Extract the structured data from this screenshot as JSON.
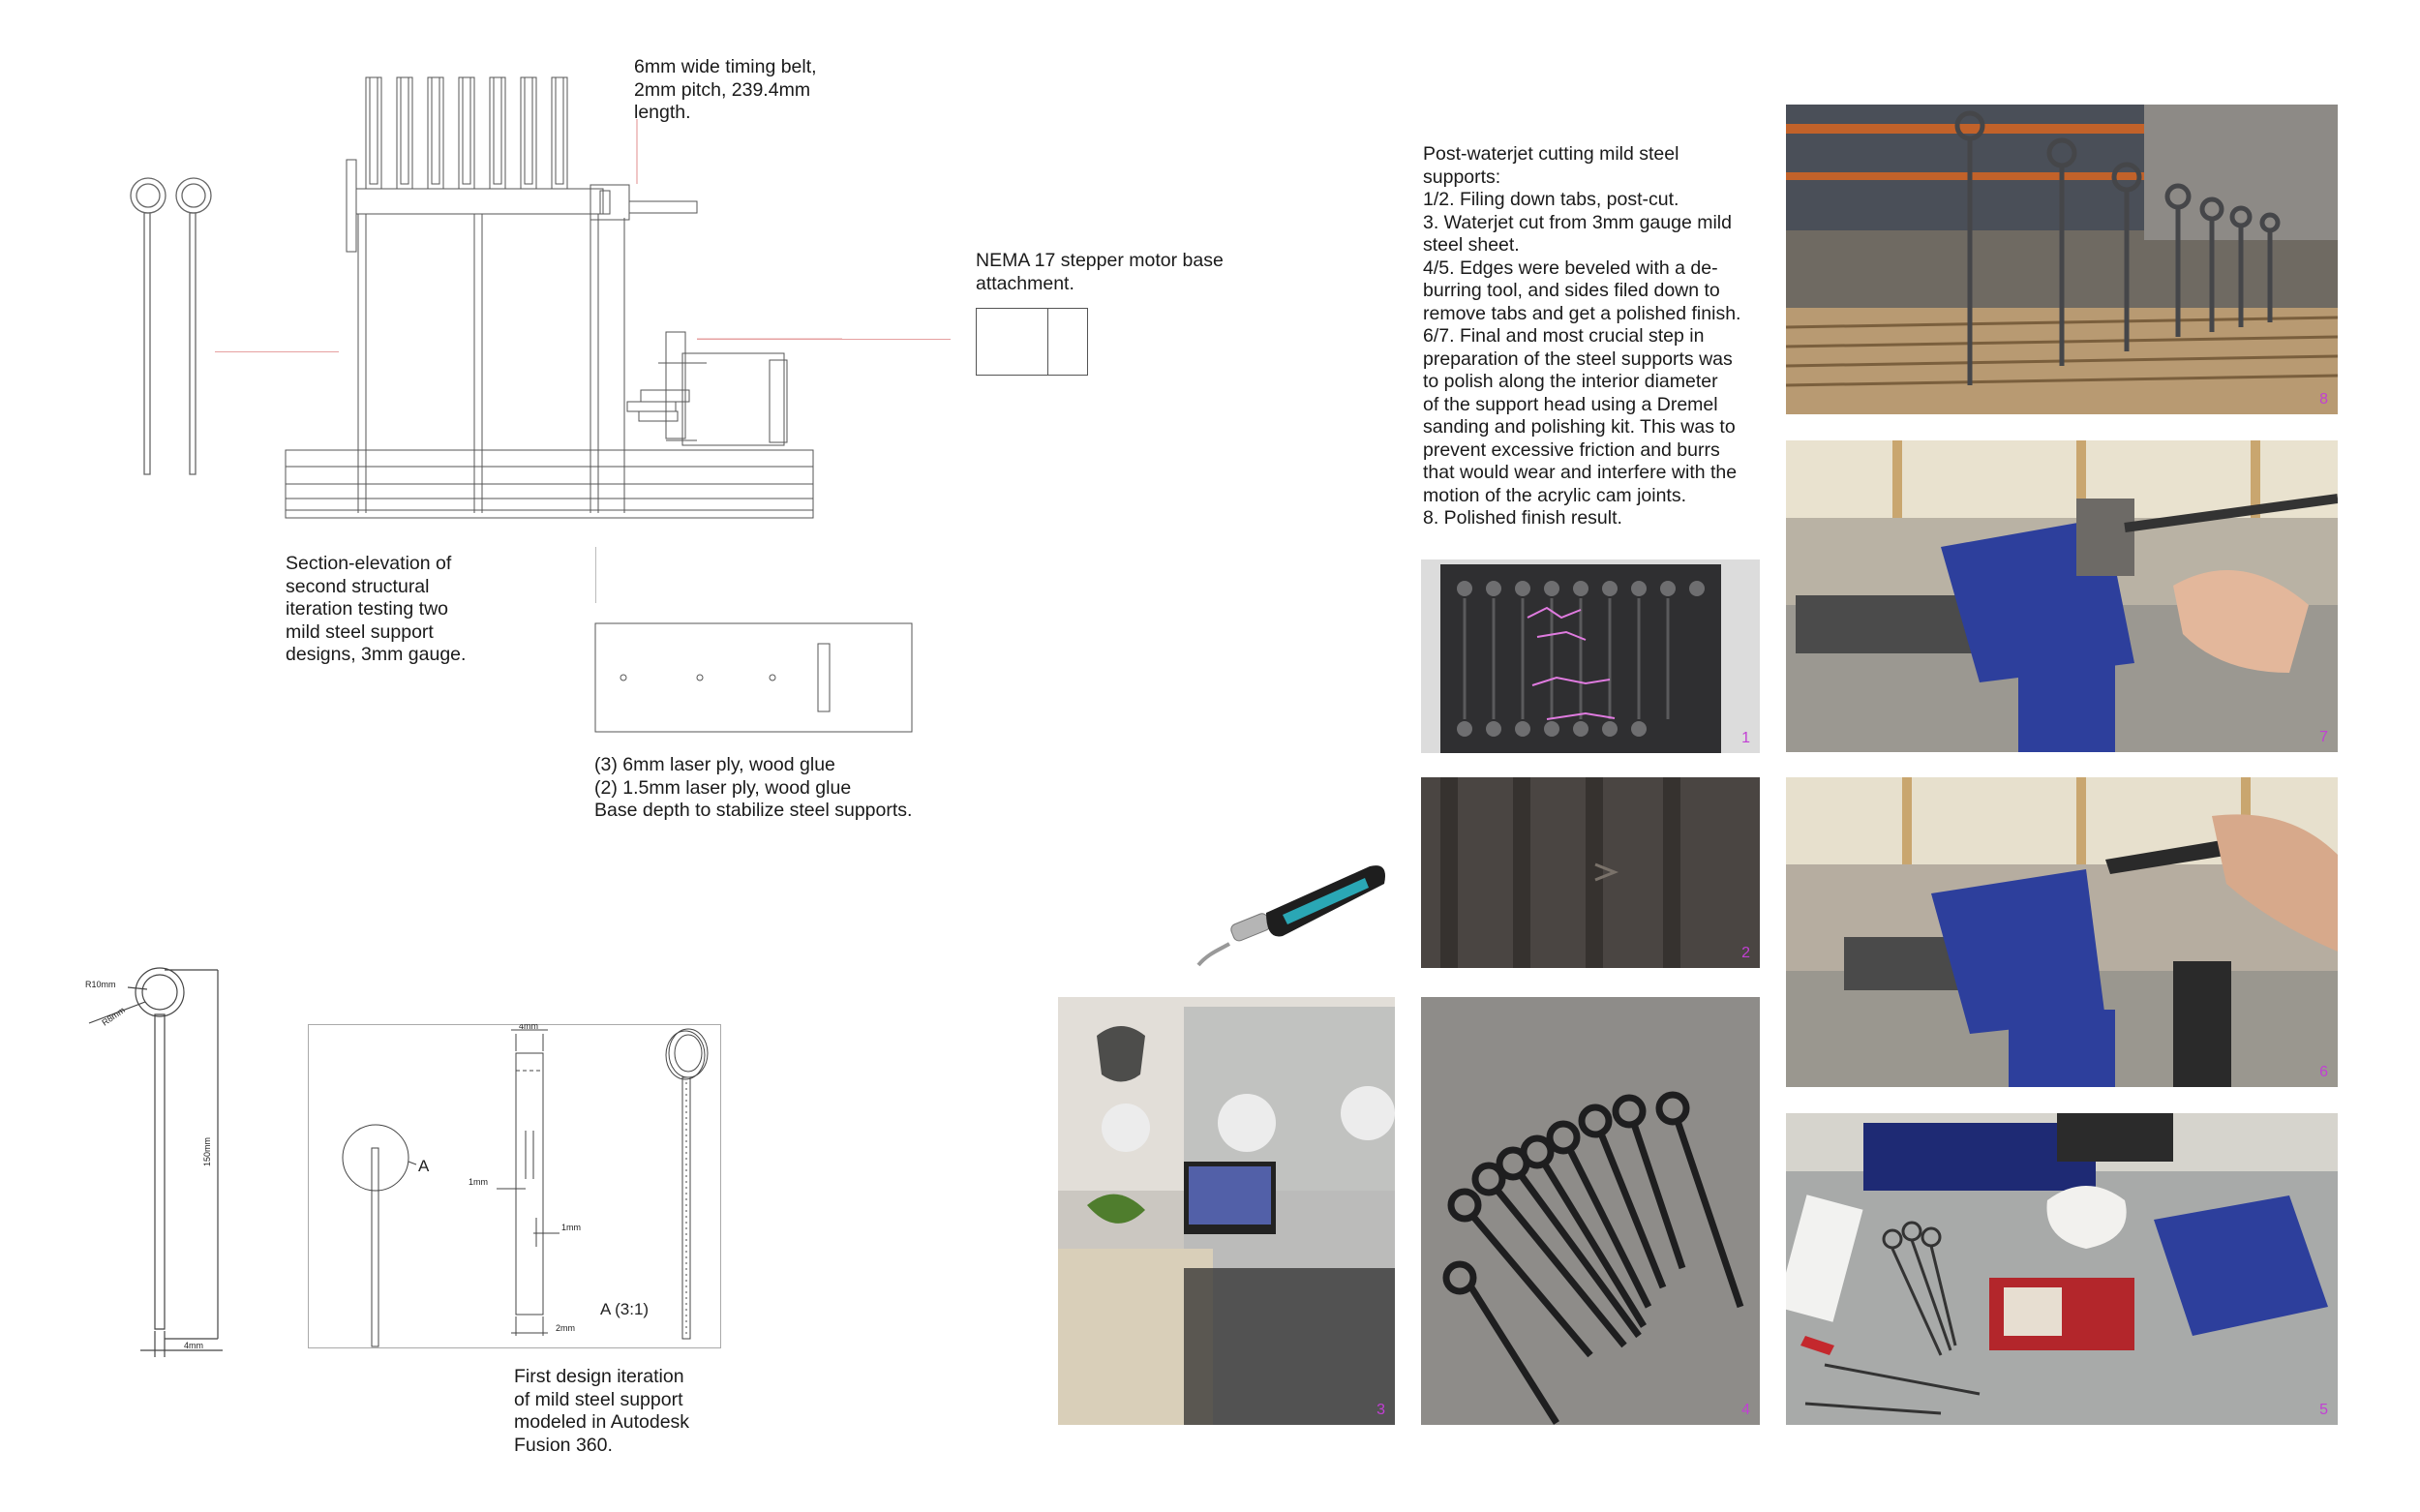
{
  "captions": {
    "timing_belt": "6mm wide timing belt,\n2mm pitch, 239.4mm\nlength.",
    "nema": "NEMA 17 stepper motor base\nattachment.",
    "section": "Section-elevation of\nsecond structural\niteration testing two\nmild steel support\ndesigns, 3mm gauge.",
    "base_ply": " (3) 6mm laser ply, wood glue\n (2) 1.5mm laser ply, wood glue\nBase depth to stabilize steel supports.",
    "process": "Post-waterjet cutting mild steel\nsupports:\n1/2. Filing down tabs, post-cut.\n3. Waterjet cut from 3mm gauge mild\nsteel sheet.\n4/5. Edges were beveled with a de-\nburring tool, and sides filed down to\nremove tabs and get a polished finish.\n6/7. Final and most crucial step in\npreparation of the steel supports was\nto polish along the interior diameter\nof the support head using a Dremel\nsanding and polishing kit. This was to\nprevent excessive friction and burrs\nthat would wear and interfere with the\nmotion of the acrylic cam joints.\n8. Polished finish result.",
    "first_iteration": "First design iteration\nof mild steel support\nmodeled in Autodesk\nFusion 360."
  },
  "dimensions": {
    "r10": "R10mm",
    "r8": "R8mm",
    "h150": "150mm",
    "w4": "4mm",
    "top4": "4mm",
    "one_a": "1mm",
    "one_b": "1mm",
    "two": "2mm",
    "detail_label": "A",
    "detail_scale": "A (3:1)"
  },
  "photos": [
    {
      "id": "photo-8",
      "number": "8"
    },
    {
      "id": "photo-7",
      "number": "7"
    },
    {
      "id": "photo-1",
      "number": "1"
    },
    {
      "id": "photo-2",
      "number": "2"
    },
    {
      "id": "photo-6",
      "number": "6"
    },
    {
      "id": "photo-3",
      "number": "3"
    },
    {
      "id": "photo-4",
      "number": "4"
    },
    {
      "id": "photo-5",
      "number": "5"
    }
  ],
  "colors": {
    "accent_number": "#c23fd4",
    "vise_blue": "#2d3f9c",
    "steel": "#55585e"
  }
}
